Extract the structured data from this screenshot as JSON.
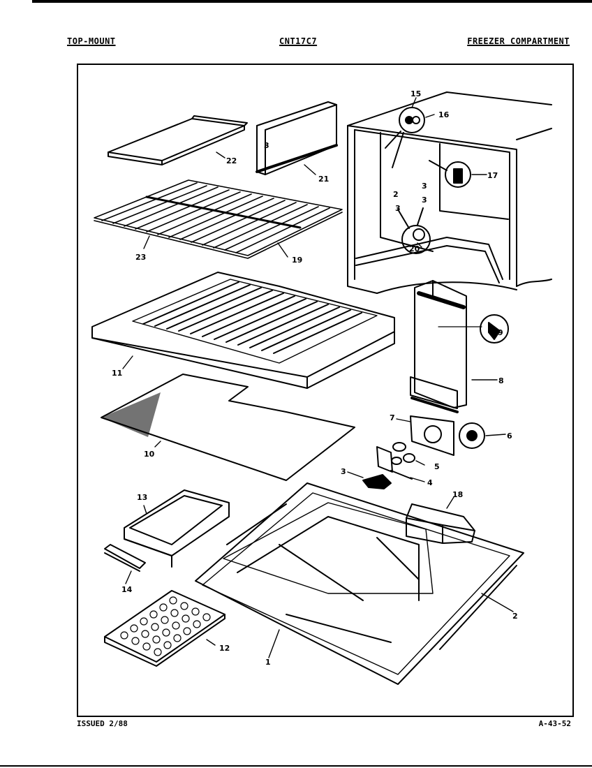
{
  "header": {
    "left": "TOP-MOUNT",
    "model": "CNT17C7",
    "section": "FREEZER COMPARTMENT"
  },
  "footer": {
    "issued": "ISSUED 2/88",
    "page_code": "A-43-52"
  },
  "callouts": {
    "p1": "1",
    "p2": "2",
    "p3": "3",
    "p4": "4",
    "p5": "5",
    "p6": "6",
    "p7": "7",
    "p8": "8",
    "p9": "9",
    "p10": "10",
    "p11": "11",
    "p12": "12",
    "p13": "13",
    "p14": "14",
    "p15": "15",
    "p16": "16",
    "p17": "17",
    "p18": "18",
    "p19": "19",
    "p20": "20",
    "p21": "21",
    "p22": "22",
    "p23": "23",
    "screw_a": "2",
    "screw_b": "3",
    "screw_c": "3",
    "screw_d": "3",
    "screw_e": "3"
  }
}
